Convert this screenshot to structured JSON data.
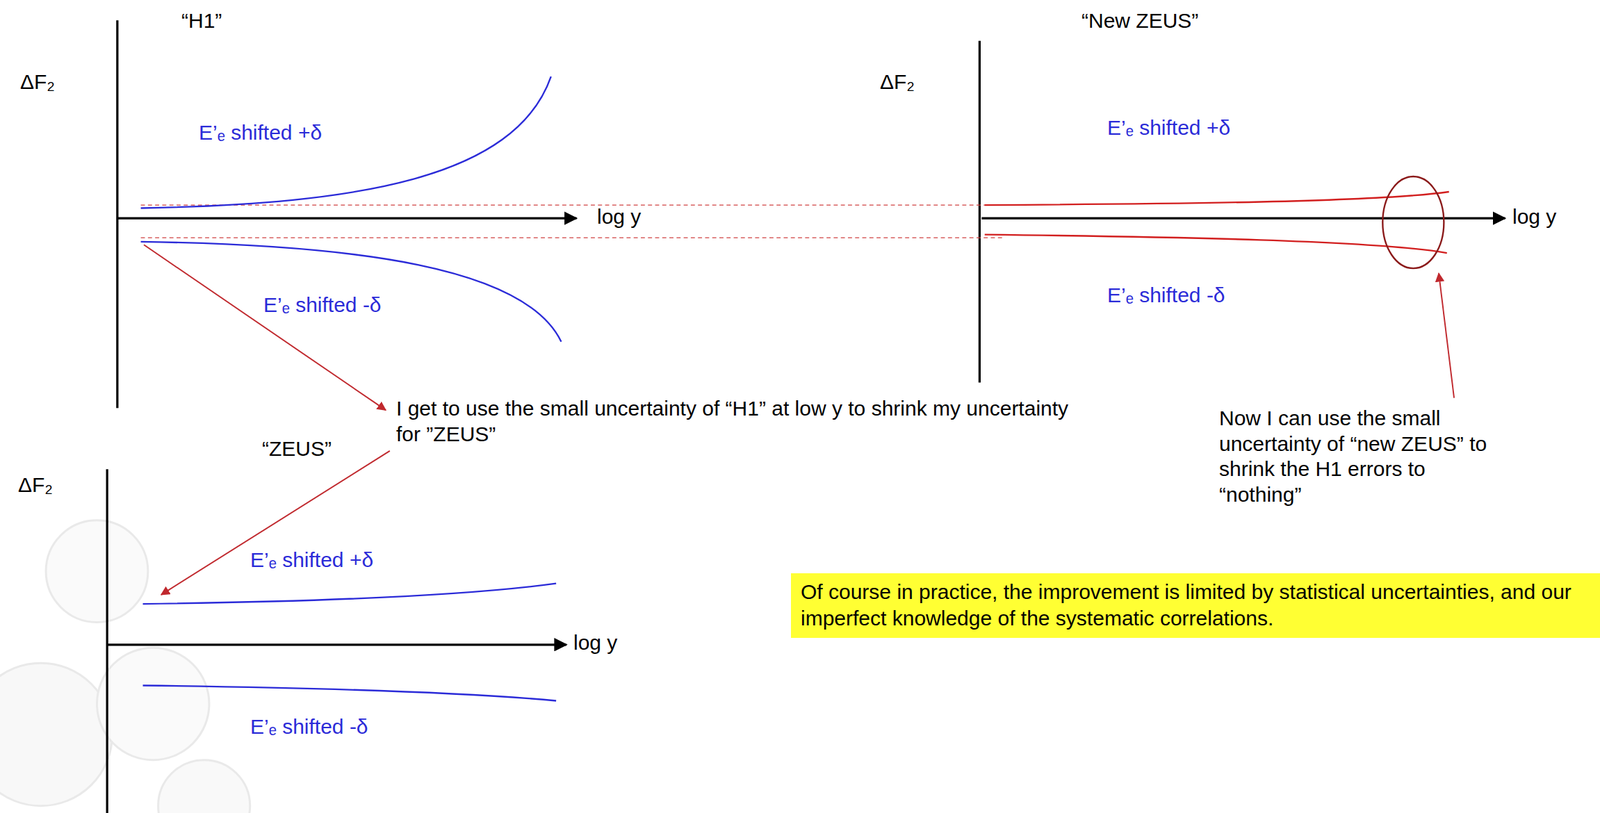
{
  "diagram": {
    "nodes": [
      {
        "text": [
          "Of course in practice, the improvement is limited by statistical uncertainties, and our imperfect knowledge of the systematic correlations."
        ]
      }
    ],
    "labels": [
      "“H1”",
      "ΔF₂",
      "E’ₑ shifted +δ",
      "log y",
      "E’ₑ shifted -δ",
      "“New ZEUS”",
      "ΔF₂",
      "E’ₑ shifted +δ",
      "log y",
      "E’ₑ shifted -δ",
      "I get to use the small uncertainty of “H1” at low y to shrink my uncertainty for ”ZEUS”",
      "“ZEUS”",
      "ΔF₂",
      "E’ₑ shifted +δ",
      "log y",
      "E’ₑ shifted -δ",
      "Now I can use the small uncertainty of “new ZEUS” to shrink the H1 errors to “nothing”"
    ]
  }
}
